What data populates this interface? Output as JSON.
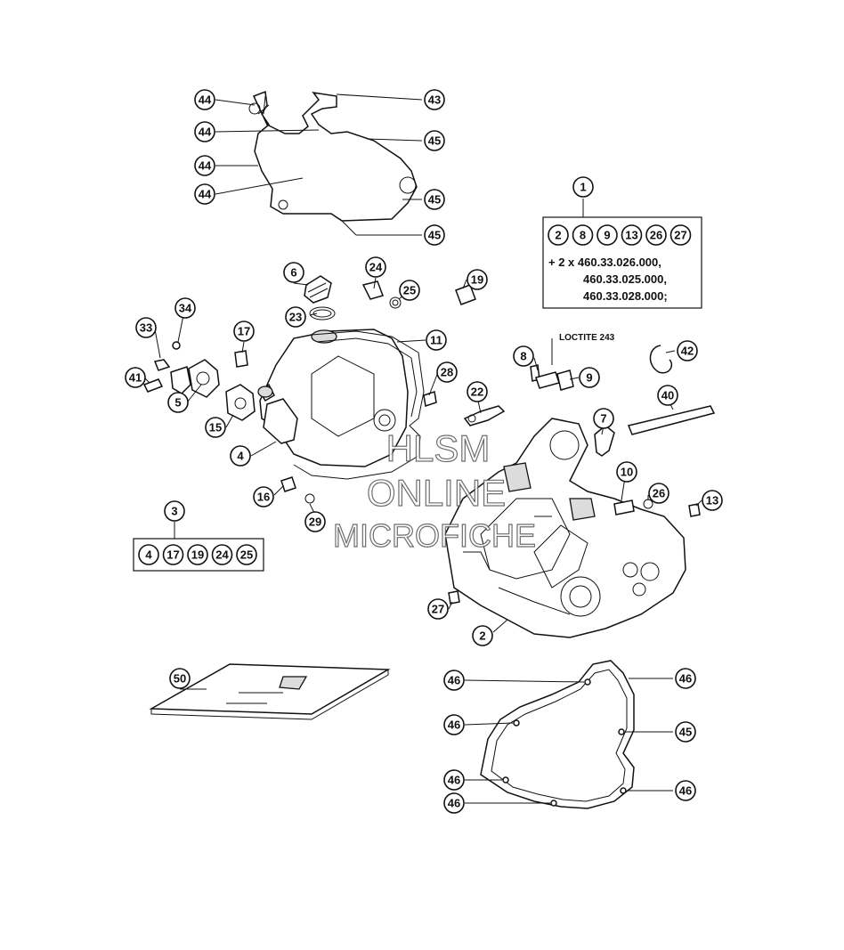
{
  "callouts": [
    {
      "id": "c44a",
      "label": "44"
    },
    {
      "id": "c44b",
      "label": "44"
    },
    {
      "id": "c44c",
      "label": "44"
    },
    {
      "id": "c44d",
      "label": "44"
    },
    {
      "id": "c43",
      "label": "43"
    },
    {
      "id": "c45a",
      "label": "45"
    },
    {
      "id": "c45b",
      "label": "45"
    },
    {
      "id": "c45c",
      "label": "45"
    },
    {
      "id": "c1",
      "label": "1"
    },
    {
      "id": "c6",
      "label": "6"
    },
    {
      "id": "c24a",
      "label": "24"
    },
    {
      "id": "c25a",
      "label": "25"
    },
    {
      "id": "c19a",
      "label": "19"
    },
    {
      "id": "c34",
      "label": "34"
    },
    {
      "id": "c33",
      "label": "33"
    },
    {
      "id": "c23",
      "label": "23"
    },
    {
      "id": "c17a",
      "label": "17"
    },
    {
      "id": "c11",
      "label": "11"
    },
    {
      "id": "c41",
      "label": "41"
    },
    {
      "id": "c28",
      "label": "28"
    },
    {
      "id": "c5",
      "label": "5"
    },
    {
      "id": "c15",
      "label": "15"
    },
    {
      "id": "c4a",
      "label": "4"
    },
    {
      "id": "c22",
      "label": "22"
    },
    {
      "id": "c8",
      "label": "8"
    },
    {
      "id": "c9",
      "label": "9"
    },
    {
      "id": "c42",
      "label": "42"
    },
    {
      "id": "c40",
      "label": "40"
    },
    {
      "id": "c7",
      "label": "7"
    },
    {
      "id": "c10",
      "label": "10"
    },
    {
      "id": "c16",
      "label": "16"
    },
    {
      "id": "c26",
      "label": "26"
    },
    {
      "id": "c13",
      "label": "13"
    },
    {
      "id": "c29",
      "label": "29"
    },
    {
      "id": "c3",
      "label": "3"
    },
    {
      "id": "c27",
      "label": "27"
    },
    {
      "id": "c2",
      "label": "2"
    },
    {
      "id": "c50",
      "label": "50"
    },
    {
      "id": "c46a",
      "label": "46"
    },
    {
      "id": "c46b",
      "label": "46"
    },
    {
      "id": "c46c",
      "label": "46"
    },
    {
      "id": "c46d",
      "label": "46"
    },
    {
      "id": "c46e",
      "label": "46"
    },
    {
      "id": "c46f",
      "label": "46"
    },
    {
      "id": "c45d",
      "label": "45"
    }
  ],
  "kit1": {
    "items": [
      "2",
      "8",
      "9",
      "13",
      "26",
      "27"
    ],
    "line1": "+ 2 x 460.33.026.000,",
    "line2": "460.33.025.000,",
    "line3": "460.33.028.000;"
  },
  "kit3": {
    "items": [
      "4",
      "17",
      "19",
      "24",
      "25"
    ]
  },
  "loctite": "LOCTITE 243",
  "watermark": {
    "line1": "HLSM",
    "line2": "ONLINE",
    "line3": "MICROFICHE"
  }
}
